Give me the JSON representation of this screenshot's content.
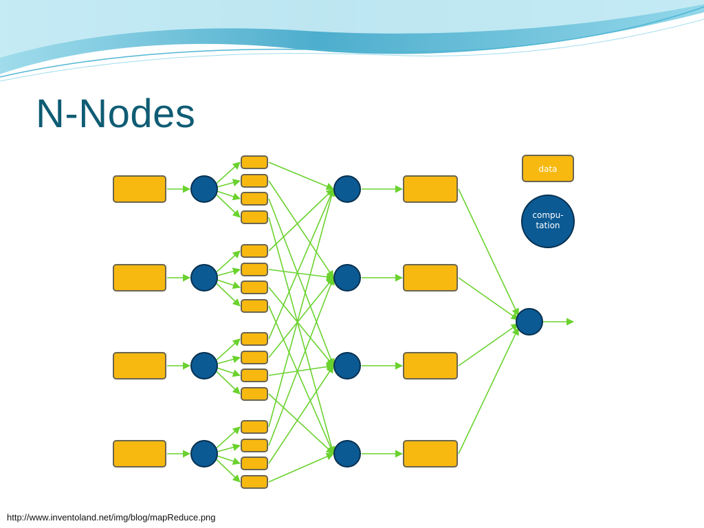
{
  "slide": {
    "title": "N-Nodes",
    "source_url": "http://www.inventoland.net/img/blog/mapReduce.png"
  },
  "diagram": {
    "legend": {
      "data_label": "data",
      "computation_label_line1": "compu-",
      "computation_label_line2": "tation"
    },
    "structure": {
      "input_data_blocks": 4,
      "map_nodes": 4,
      "intermediate_chunks_per_map_node": 4,
      "reduce_nodes": 4,
      "output_data_blocks": 4,
      "final_nodes": 1
    },
    "colors": {
      "data_fill": "#f7b90f",
      "data_stroke": "#6a6450",
      "node_fill": "#0c5a94",
      "node_stroke": "#06304f",
      "arrow": "#6ad22e",
      "title": "#0f5c74"
    }
  }
}
